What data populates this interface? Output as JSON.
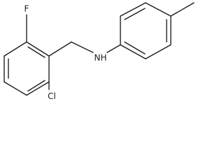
{
  "molecule": {
    "atoms": {
      "fluorine": "F",
      "amine": "N",
      "amine_hydrogen": "H",
      "chlorine": "Cl"
    }
  },
  "colors": {
    "bond": "#1a1a1a",
    "background": "#ffffff"
  }
}
